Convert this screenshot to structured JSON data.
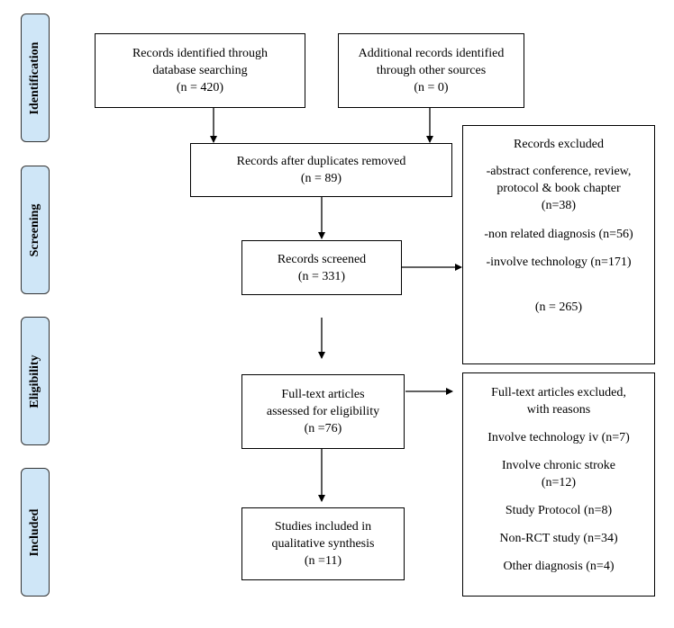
{
  "phases": [
    "Identification",
    "Screening",
    "Eligibility",
    "Included"
  ],
  "boxes": {
    "database": [
      "Records identified through",
      "database searching",
      "(n = 420)"
    ],
    "other": [
      "Additional records identified",
      "through other sources",
      "(n = 0)"
    ],
    "duplicates": [
      "Records after duplicates removed",
      "(n = 89)"
    ],
    "screened": [
      "Records screened",
      "(n = 331)"
    ],
    "fulltext": [
      "Full-text articles",
      "assessed for eligibility",
      "(n =76)"
    ],
    "included": [
      "Studies included in",
      "qualitative synthesis",
      "(n =11)"
    ]
  },
  "excluded": {
    "title": "Records excluded",
    "item1": [
      "-abstract conference, review,",
      "protocol & book chapter",
      "(n=38)"
    ],
    "item2": "-non related diagnosis (n=56)",
    "item3": "-involve technology (n=171)",
    "total": "(n = 265)"
  },
  "fulltext_excluded": {
    "title": [
      "Full-text articles excluded,",
      "with reasons"
    ],
    "reason1": "Involve technology iv (n=7)",
    "reason2": [
      "Involve chronic stroke",
      "(n=12)"
    ],
    "reason3": "Study Protocol (n=8)",
    "reason4": "Non-RCT study (n=34)",
    "reason5": "Other diagnosis (n=4)"
  }
}
